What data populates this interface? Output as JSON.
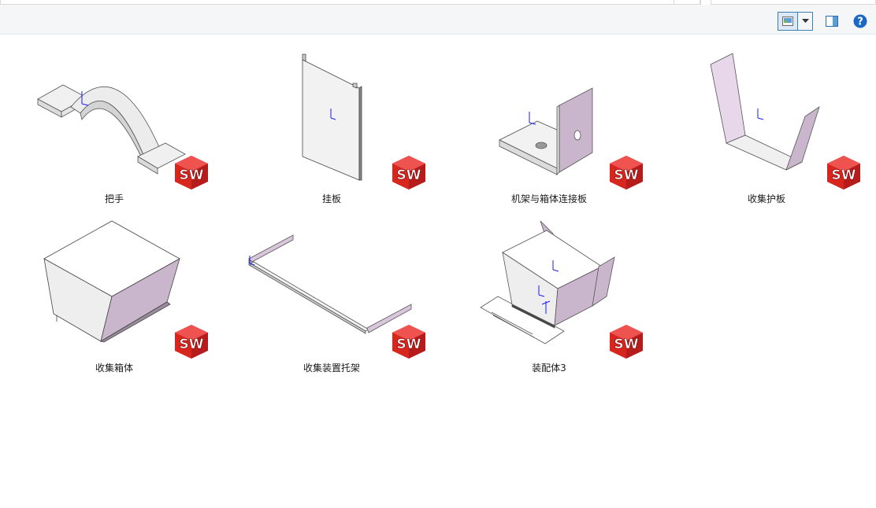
{
  "toolbar": {
    "view_icon": "thumbnail-view-icon",
    "dropdown_icon": "chevron-down-icon",
    "pane_icon": "preview-pane-icon",
    "help_icon": "help-icon",
    "help_glyph": "?"
  },
  "files": [
    {
      "name": "把手",
      "icon": "solidworks-part-icon"
    },
    {
      "name": "挂板",
      "icon": "solidworks-part-icon"
    },
    {
      "name": "机架与箱体连接板",
      "icon": "solidworks-part-icon"
    },
    {
      "name": "收集护板",
      "icon": "solidworks-part-icon"
    },
    {
      "name": "收集箱体",
      "icon": "solidworks-part-icon"
    },
    {
      "name": "收集装置托架",
      "icon": "solidworks-part-icon"
    },
    {
      "name": "装配体3",
      "icon": "solidworks-assembly-icon"
    }
  ],
  "brand": {
    "sw_text": "SW",
    "sw_red": "#d7261e",
    "accent_blue": "#3c7fb1",
    "purple_face": "#c9b6cc"
  }
}
